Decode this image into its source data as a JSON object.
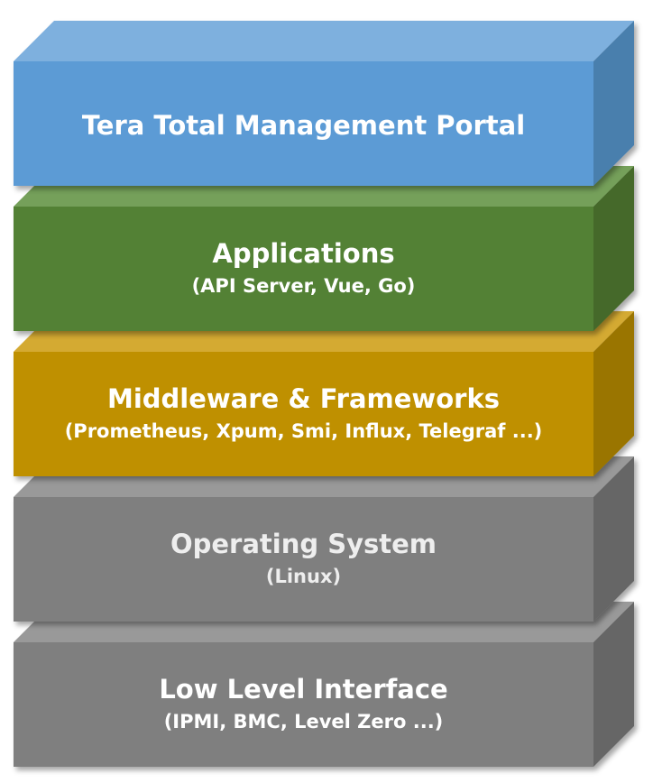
{
  "layers": [
    {
      "title": "Tera Total Management Portal",
      "subtitle": "",
      "colors": {
        "front": "#5b9bd5",
        "top": "#7eb0de",
        "side": "#4a7fad"
      }
    },
    {
      "title": "Applications",
      "subtitle": "(API Server, Vue, Go)",
      "colors": {
        "front": "#538135",
        "top": "#75a05a",
        "side": "#45692c"
      }
    },
    {
      "title": "Middleware & Frameworks",
      "subtitle": "(Prometheus, Xpum, Smi, Influx, Telegraf ...)",
      "colors": {
        "front": "#bf9000",
        "top": "#d4aa33",
        "side": "#9a7400"
      }
    },
    {
      "title": "Operating System",
      "subtitle": "(Linux)",
      "colors": {
        "front": "#7f7f7f",
        "top": "#999999",
        "side": "#666666"
      }
    },
    {
      "title": "Low Level Interface",
      "subtitle": "(IPMI, BMC, Level Zero ...)",
      "colors": {
        "front": "#7f7f7f",
        "top": "#999999",
        "side": "#666666"
      }
    }
  ]
}
